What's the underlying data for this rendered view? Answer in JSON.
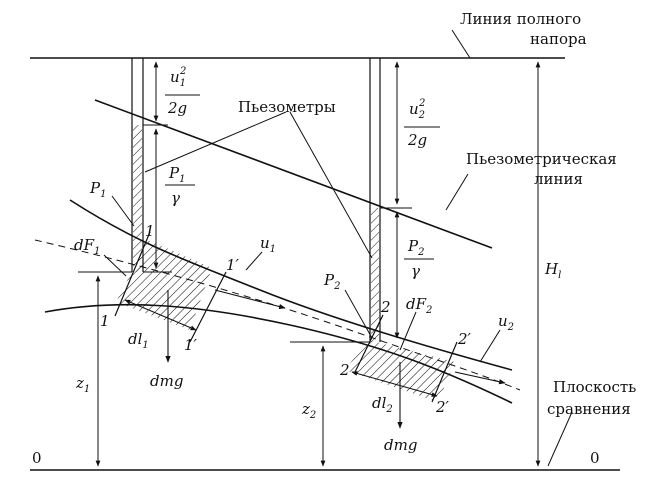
{
  "labels": {
    "total_head_line_1": "Линия полного",
    "total_head_line_2": "напора",
    "piezometers": "Пьезометры",
    "piezometric_line_1": "Пьезометрическая",
    "piezometric_line_2": "линия",
    "datum_plane_1": "Плоскость",
    "datum_plane_2": "сравнения",
    "zero_left": "0",
    "zero_right": "0"
  },
  "math": {
    "u": "u",
    "sub1": "1",
    "sub2": "2",
    "sup2": "2",
    "two_g": "2g",
    "P": "P",
    "gamma": "γ",
    "dF": "dF",
    "dl": "dl",
    "z": "z",
    "H": "H",
    "H_sub": "l",
    "dmg": "dmg",
    "sec1": "1",
    "sec1p": "1′",
    "sec2": "2",
    "sec2p": "2′"
  },
  "colors": {
    "ink": "#111111",
    "background": "#ffffff"
  }
}
